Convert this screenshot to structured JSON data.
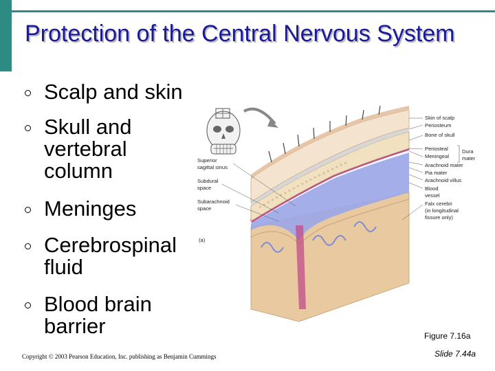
{
  "slide": {
    "title": "Protection of the Central Nervous System",
    "bullets": [
      "Scalp and skin",
      "Skull and vertebral column",
      "Meninges",
      "Cerebrospinal fluid",
      "Blood brain barrier"
    ],
    "figure_caption": "Figure 7.16a",
    "copyright": "Copyright © 2003 Pearson Education, Inc. publishing as Benjamin Cummings",
    "slide_number": "Slide 7.44a"
  },
  "figure": {
    "panel_label": "(a)",
    "labels_left": [
      "Superior",
      "sagittal sinus",
      "Subdural",
      "space",
      "Subarachnoid",
      "space"
    ],
    "labels_right": [
      "Skin of scalp",
      "Periosteum",
      "Bone of skull",
      "Periosteal",
      "Meningeal",
      "Dura",
      "mater",
      "Arachnoid mater",
      "Pia mater",
      "Arachnoid villus",
      "Blood",
      "vessel",
      "Falx cerebri",
      "(in longitudinal",
      "fissure only)"
    ]
  },
  "colors": {
    "title": "#1a1a99",
    "accent": "#2e8b84",
    "dura": "#c24b8b",
    "csf": "#9aa6e8",
    "cortex": "#e8c9a0"
  }
}
